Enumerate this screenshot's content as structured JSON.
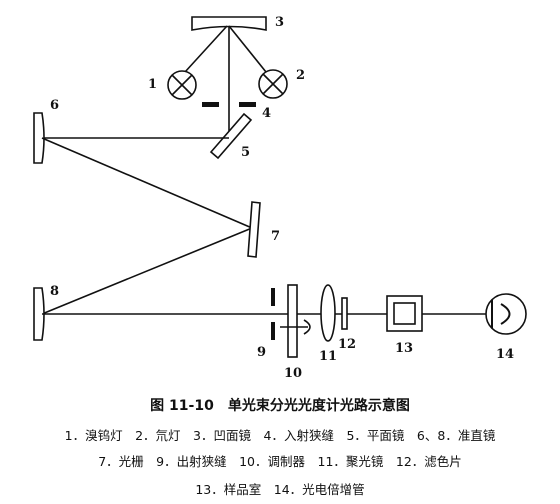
{
  "labels": {
    "n1": "1",
    "n2": "2",
    "n3": "3",
    "n4": "4",
    "n5": "5",
    "n6": "6",
    "n7": "7",
    "n8": "8",
    "n9": "9",
    "n10": "10",
    "n11": "11",
    "n12": "12",
    "n13": "13",
    "n14": "14"
  },
  "caption": {
    "title": "图 11-10　单光束分光光度计光路示意图",
    "line1": "1．溴钨灯　2．氘灯　3．凹面镜　4．入射狭缝　5．平面镜　6、8．准直镜",
    "line2": "7．光栅　9．出射狭缝　10．调制器　11．聚光镜　12．滤色片",
    "line3": "13．样品室　14．光电倍增管"
  }
}
